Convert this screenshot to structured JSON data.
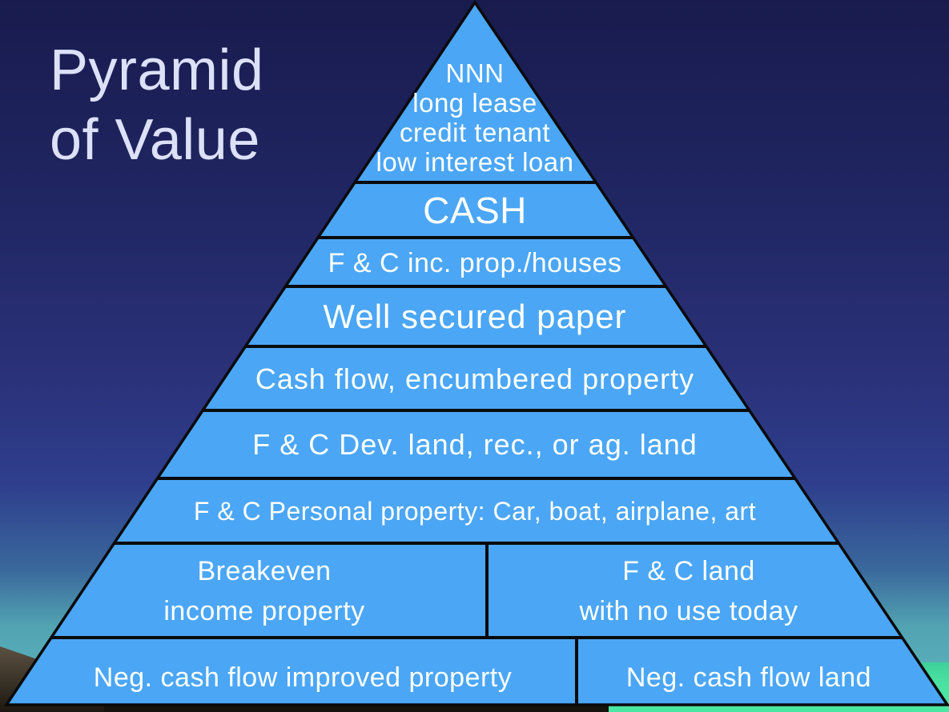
{
  "title": {
    "line1": "Pyramid",
    "line2": "of Value"
  },
  "pyramid": {
    "levels": [
      {
        "name": "apex-nnn",
        "lines": [
          "NNN",
          "long lease",
          "credit tenant",
          "low interest loan"
        ]
      },
      {
        "name": "cash",
        "label": "CASH"
      },
      {
        "name": "fc-income-prop-houses",
        "label": "F & C inc. prop./houses"
      },
      {
        "name": "well-secured-paper",
        "label": "Well secured paper"
      },
      {
        "name": "cash-flow-encumbered-property",
        "label": "Cash flow, encumbered property"
      },
      {
        "name": "fc-dev-land",
        "label": "F & C Dev. land, rec., or ag. land"
      },
      {
        "name": "fc-personal-property",
        "label": "F & C Personal property: Car, boat, airplane, art"
      },
      {
        "name": "breakeven-row",
        "left_lines": [
          "Breakeven",
          "income property"
        ],
        "right_lines": [
          "F & C land",
          "with no use today"
        ]
      },
      {
        "name": "negative-cash-flow-row",
        "left_label": "Neg. cash flow improved property",
        "right_label": "Neg. cash flow land"
      }
    ]
  },
  "colors": {
    "pyramid_fill": "#4ba6f5",
    "outline_black": "#0a0a0a",
    "sky_top": "#191b4e",
    "sky_royal": "#2e3e8d",
    "sky_horizon_teal": "#56aab5",
    "field_green": "#49e2a2",
    "mountain_brown": "#4a4134",
    "title_text": "#dce1f8",
    "level_text": "#ffffff"
  }
}
